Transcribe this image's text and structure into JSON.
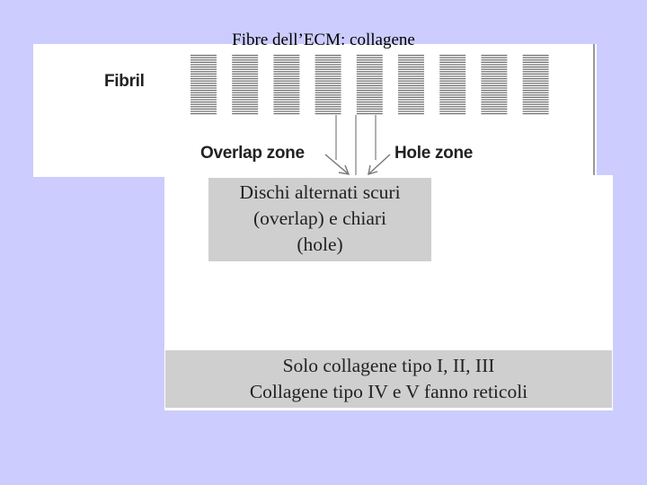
{
  "slide": {
    "title": "Fibre dell’ECM: collagene"
  },
  "diagram": {
    "fibril_label": "Fibril",
    "overlap_label": "Overlap zone",
    "hole_label": "Hole zone",
    "band_count": 9,
    "icons": [
      "arrow-overlap-icon",
      "arrow-hole-icon"
    ]
  },
  "box_description": {
    "lines": [
      "Dischi alternati scuri",
      "(overlap) e chiari",
      "(hole)"
    ]
  },
  "box_types": {
    "lines": [
      "Solo collagene tipo I, II, III",
      "Collagene tipo IV e V  fanno reticoli"
    ]
  }
}
